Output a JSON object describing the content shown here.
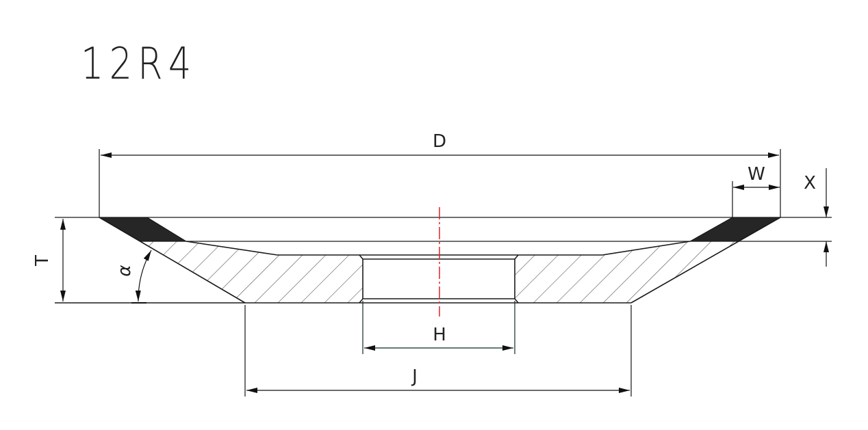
{
  "title": "12R4",
  "dimensions": {
    "D": "D",
    "W": "W",
    "X": "X",
    "T": "T",
    "alpha": "α",
    "H": "H",
    "J": "J"
  },
  "colors": {
    "line": "#1a1a1a",
    "abrasive_fill": "#262626",
    "hatch": "#555555",
    "centerline": "#e0202a",
    "background": "#ffffff"
  }
}
